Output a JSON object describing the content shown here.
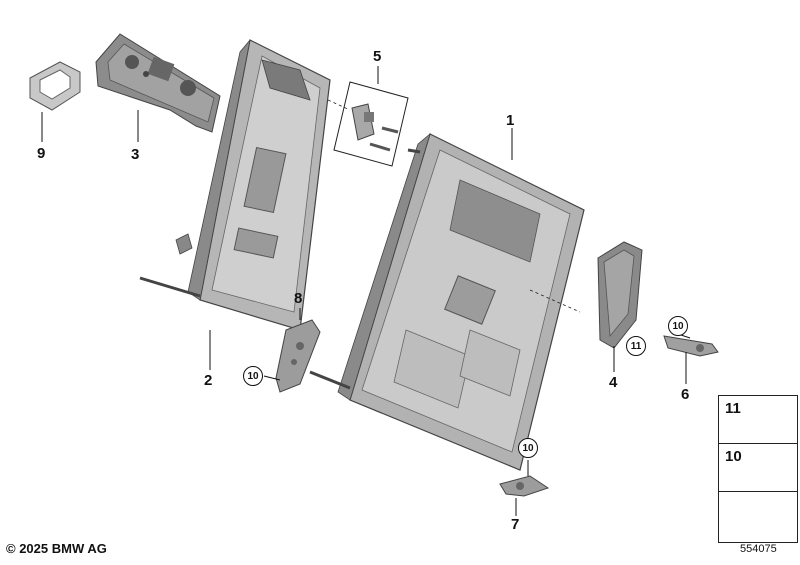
{
  "diagram": {
    "parts": [
      {
        "number": "1",
        "name": "backrest-frame-large"
      },
      {
        "number": "2",
        "name": "backrest-frame-small"
      },
      {
        "number": "3",
        "name": "cover-panel"
      },
      {
        "number": "4",
        "name": "bracket"
      },
      {
        "number": "5",
        "name": "latch-set"
      },
      {
        "number": "6",
        "name": "hinge-bracket-right"
      },
      {
        "number": "7",
        "name": "hinge-bracket-bottom"
      },
      {
        "number": "8",
        "name": "hinge-bracket-left"
      },
      {
        "number": "9",
        "name": "trim-ring"
      }
    ],
    "callouts": [
      "10",
      "10",
      "10",
      "11"
    ],
    "legend": [
      {
        "number": "11",
        "item": "screw-long-icon"
      },
      {
        "number": "10",
        "item": "screw-short-icon"
      },
      {
        "number": "",
        "item": "arrow-icon"
      }
    ],
    "copyright": "© 2025 BMW AG",
    "diagram_id": "554075"
  },
  "colors": {
    "part_fill": "#b8b8b8",
    "part_dark": "#6e6e6e",
    "part_light": "#dcdcdc",
    "line": "#111111"
  }
}
